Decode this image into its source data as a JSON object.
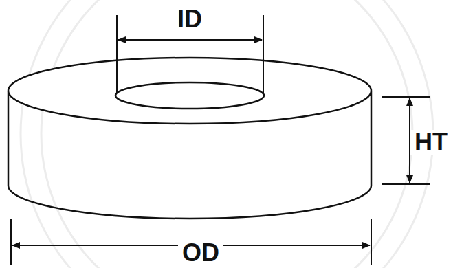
{
  "diagram": {
    "labels": [
      "ID",
      "HT",
      "OD"
    ]
  }
}
